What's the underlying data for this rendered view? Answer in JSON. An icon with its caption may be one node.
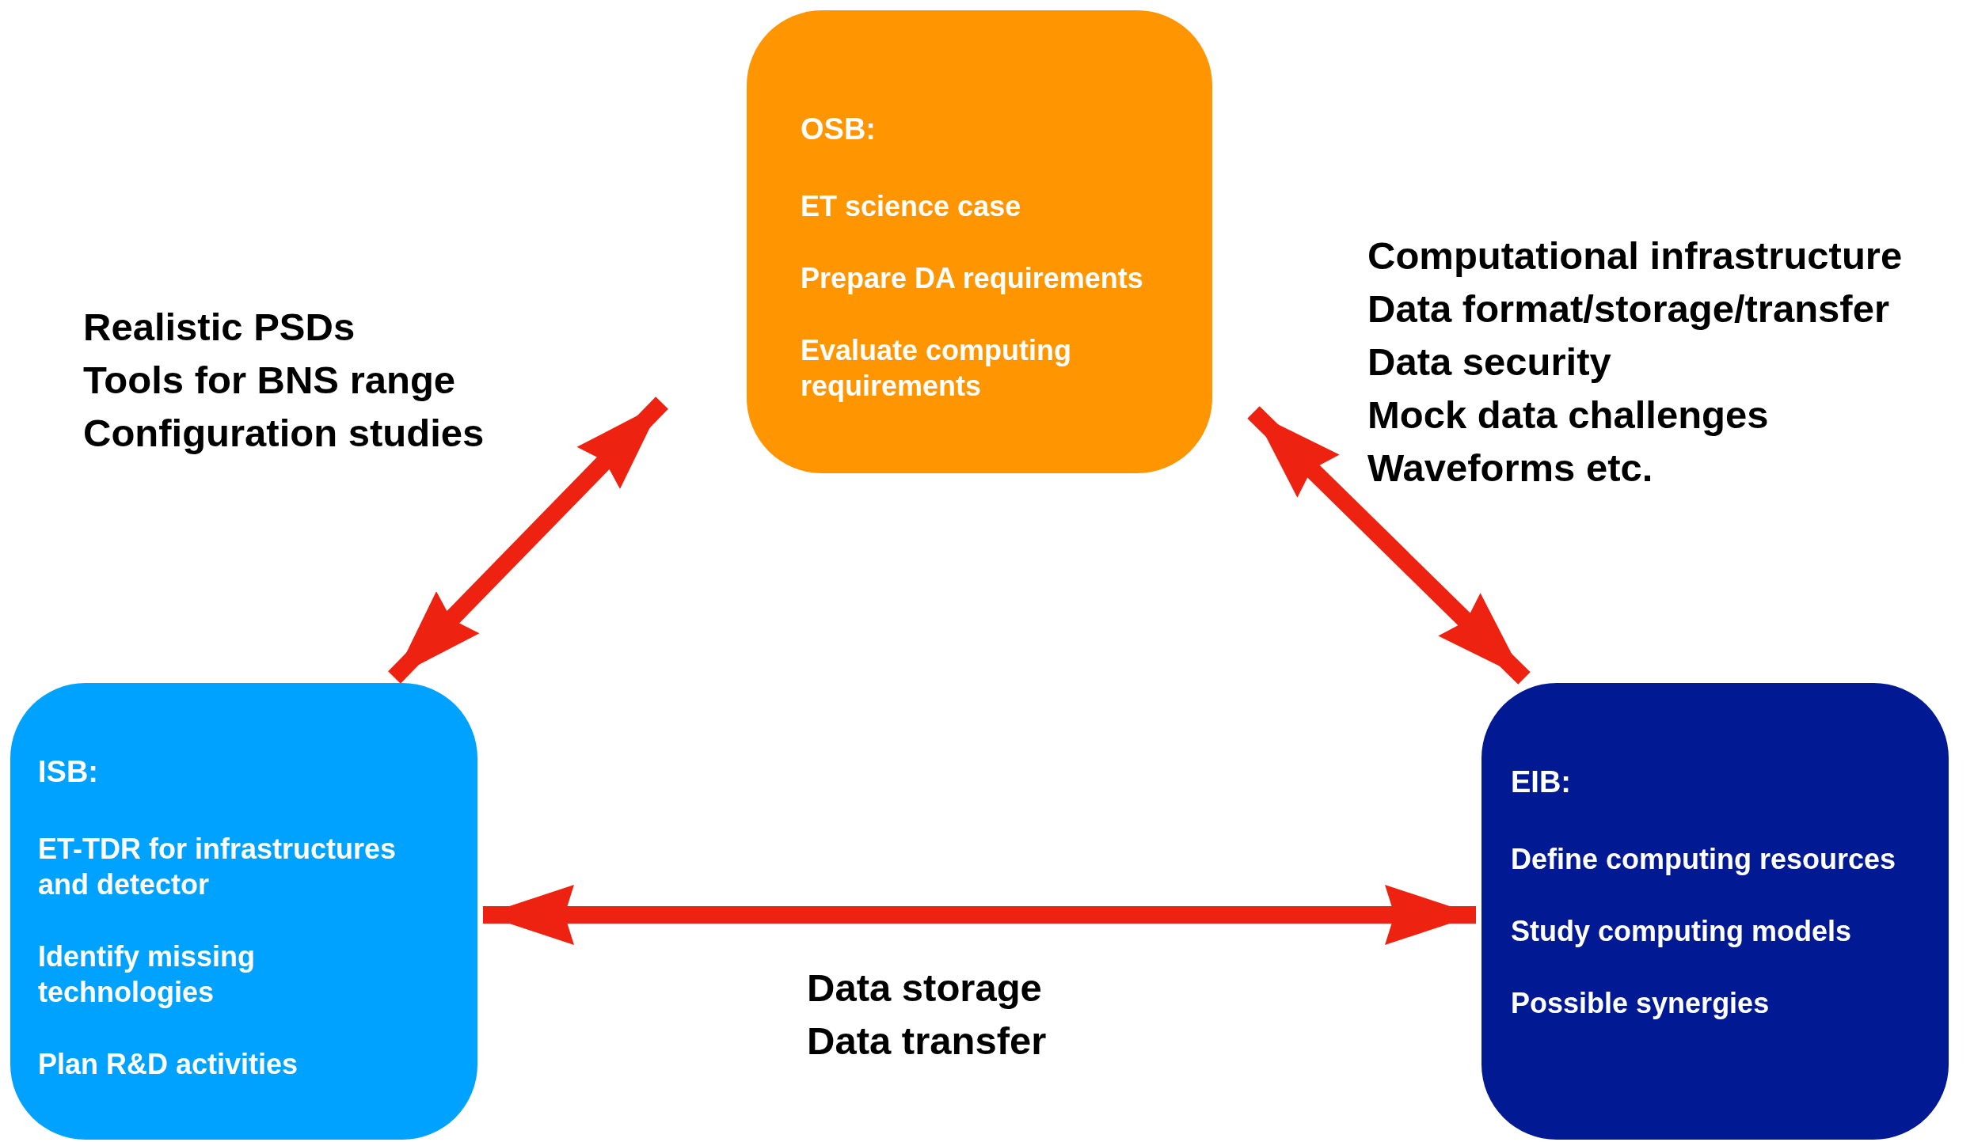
{
  "diagram": {
    "nodes": [
      {
        "text": [
          "OSB:",
          "ET science case",
          "Prepare DA requirements",
          "Evaluate computing requirements"
        ]
      },
      {
        "text": [
          "ISB:",
          "ET-TDR for infrastructures and detector",
          "Identify missing technologies",
          "Plan R&D activities"
        ]
      },
      {
        "text": [
          "EIB:",
          "Define computing resources",
          "Study computing models",
          "Possible synergies"
        ]
      }
    ],
    "edges": [
      {
        "from": 1,
        "to": 0,
        "arrow": "both"
      },
      {
        "from": 0,
        "to": 2,
        "arrow": "both"
      },
      {
        "from": 1,
        "to": 2,
        "arrow": "both"
      }
    ],
    "labels": [
      "Realistic PSDs",
      "Tools for BNS range",
      "Configuration studies",
      "Computational infrastructure",
      "Data format/storage/transfer",
      "Data security",
      "Mock data challenges",
      "Waveforms etc.",
      "Data storage",
      "Data transfer"
    ]
  }
}
